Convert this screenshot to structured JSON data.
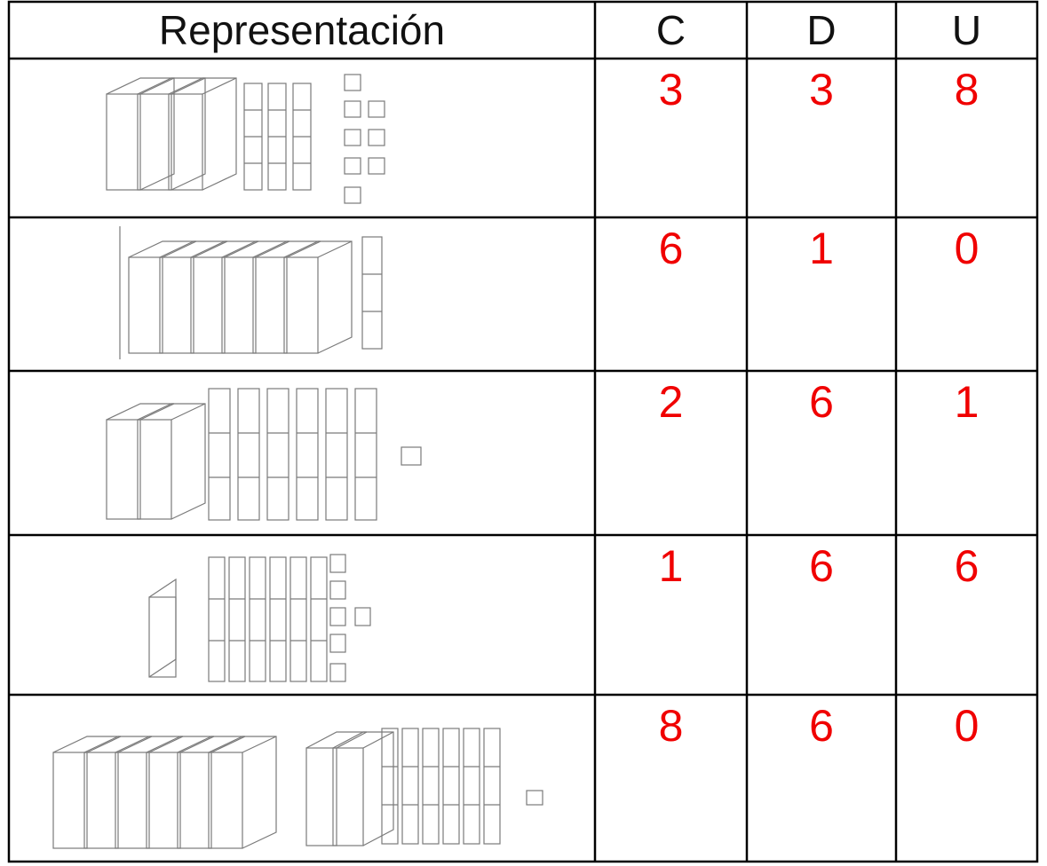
{
  "table": {
    "headers": {
      "representacion": "Representación",
      "c": "C",
      "d": "D",
      "u": "U"
    },
    "rows": [
      {
        "centenas": 3,
        "decenas": 3,
        "unidades": 8,
        "c": "3",
        "d": "3",
        "u": "8"
      },
      {
        "centenas": 6,
        "decenas": 1,
        "unidades": 0,
        "c": "6",
        "d": "1",
        "u": "0"
      },
      {
        "centenas": 2,
        "decenas": 6,
        "unidades": 1,
        "c": "2",
        "d": "6",
        "u": "1"
      },
      {
        "centenas": 1,
        "decenas": 6,
        "unidades": 6,
        "c": "1",
        "d": "6",
        "u": "6"
      },
      {
        "centenas": 8,
        "decenas": 6,
        "unidades": 0,
        "c": "8",
        "d": "6",
        "u": "0"
      }
    ]
  },
  "colors": {
    "grid": "#000000",
    "numbers": "#f00000",
    "blocks": "#7a7a7a"
  }
}
